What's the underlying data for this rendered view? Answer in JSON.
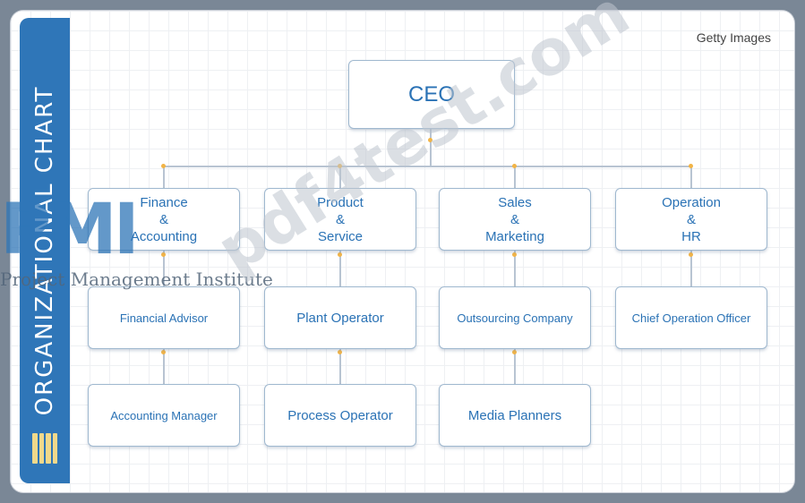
{
  "sidebar": {
    "title": "ORGANIZATIONAL CHART"
  },
  "credit": "Getty Images",
  "chart": {
    "ceo": "CEO",
    "departments": [
      {
        "name_lines": [
          "Finance",
          "&",
          "Accounting"
        ],
        "roles": [
          "Financial Advisor",
          "Accounting Manager"
        ]
      },
      {
        "name_lines": [
          "Product",
          "&",
          "Service"
        ],
        "roles": [
          "Plant Operator",
          "Process Operator"
        ]
      },
      {
        "name_lines": [
          "Sales",
          "&",
          "Marketing"
        ],
        "roles": [
          "Outsourcing Company",
          "Media Planners"
        ]
      },
      {
        "name_lines": [
          "Operation",
          "&",
          "HR"
        ],
        "roles": [
          "Chief Operation Officer"
        ]
      }
    ]
  },
  "watermarks": {
    "diagonal": "pdf4test.com",
    "logo": "PMI",
    "institute": "Project Management Institute"
  }
}
